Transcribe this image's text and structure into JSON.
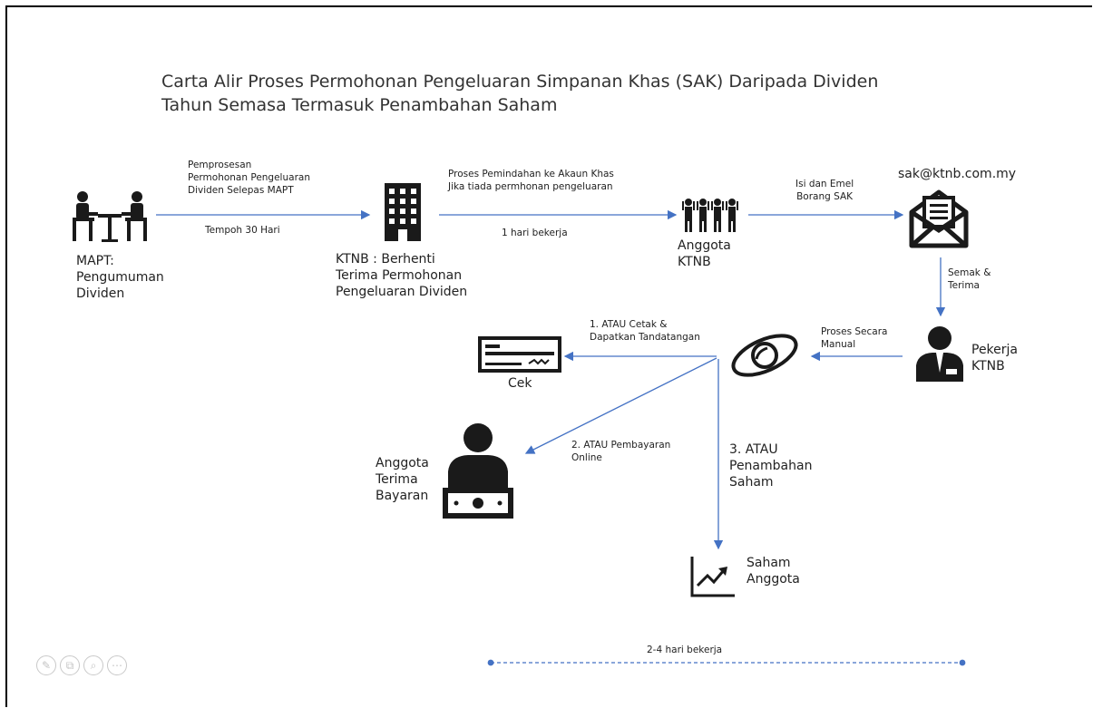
{
  "title": "Carta Alir Proses Permohonan Pengeluaran Simpanan Khas (SAK) Daripada Dividen\nTahun Semasa Termasuk Penambahan Saham",
  "nodes": {
    "mapt": "MAPT:\nPengumuman\nDividen",
    "ktnb": "KTNB : Berhenti\nTerima Permohonan\nPengeluaran Dividen",
    "anggota": "Anggota\nKTNB",
    "email": "sak@ktnb.com.my",
    "pekerja": "Pekerja\nKTNB",
    "cek": "Cek",
    "terima": "Anggota\nTerima\nBayaran",
    "saham": "Saham\nAnggota"
  },
  "edges": {
    "e1_top": "Pemprosesan\nPermohonan Pengeluaran\nDividen Selepas MAPT",
    "e1_bottom": "Tempoh 30 Hari",
    "e2_top": "Proses Pemindahan ke Akaun Khas\nJika tiada permhonan pengeluaran",
    "e2_bottom": "1 hari bekerja",
    "e3_top": "Isi dan Emel\nBorang SAK",
    "e4": "Semak &\nTerima",
    "e5": "Proses Secara\nManual",
    "o1": "1. ATAU Cetak &\nDapatkan Tandatangan",
    "o2": "2. ATAU Pembayaran\nOnline",
    "o3": "3. ATAU\nPenambahan\nSaham"
  },
  "timeline": "2-4 hari bekerja",
  "colors": {
    "arrow": "#4472c4",
    "icon": "#1a1a1a",
    "text": "#222222"
  },
  "toolbar": [
    "pen-icon",
    "copy-icon",
    "zoom-icon",
    "more-icon"
  ]
}
